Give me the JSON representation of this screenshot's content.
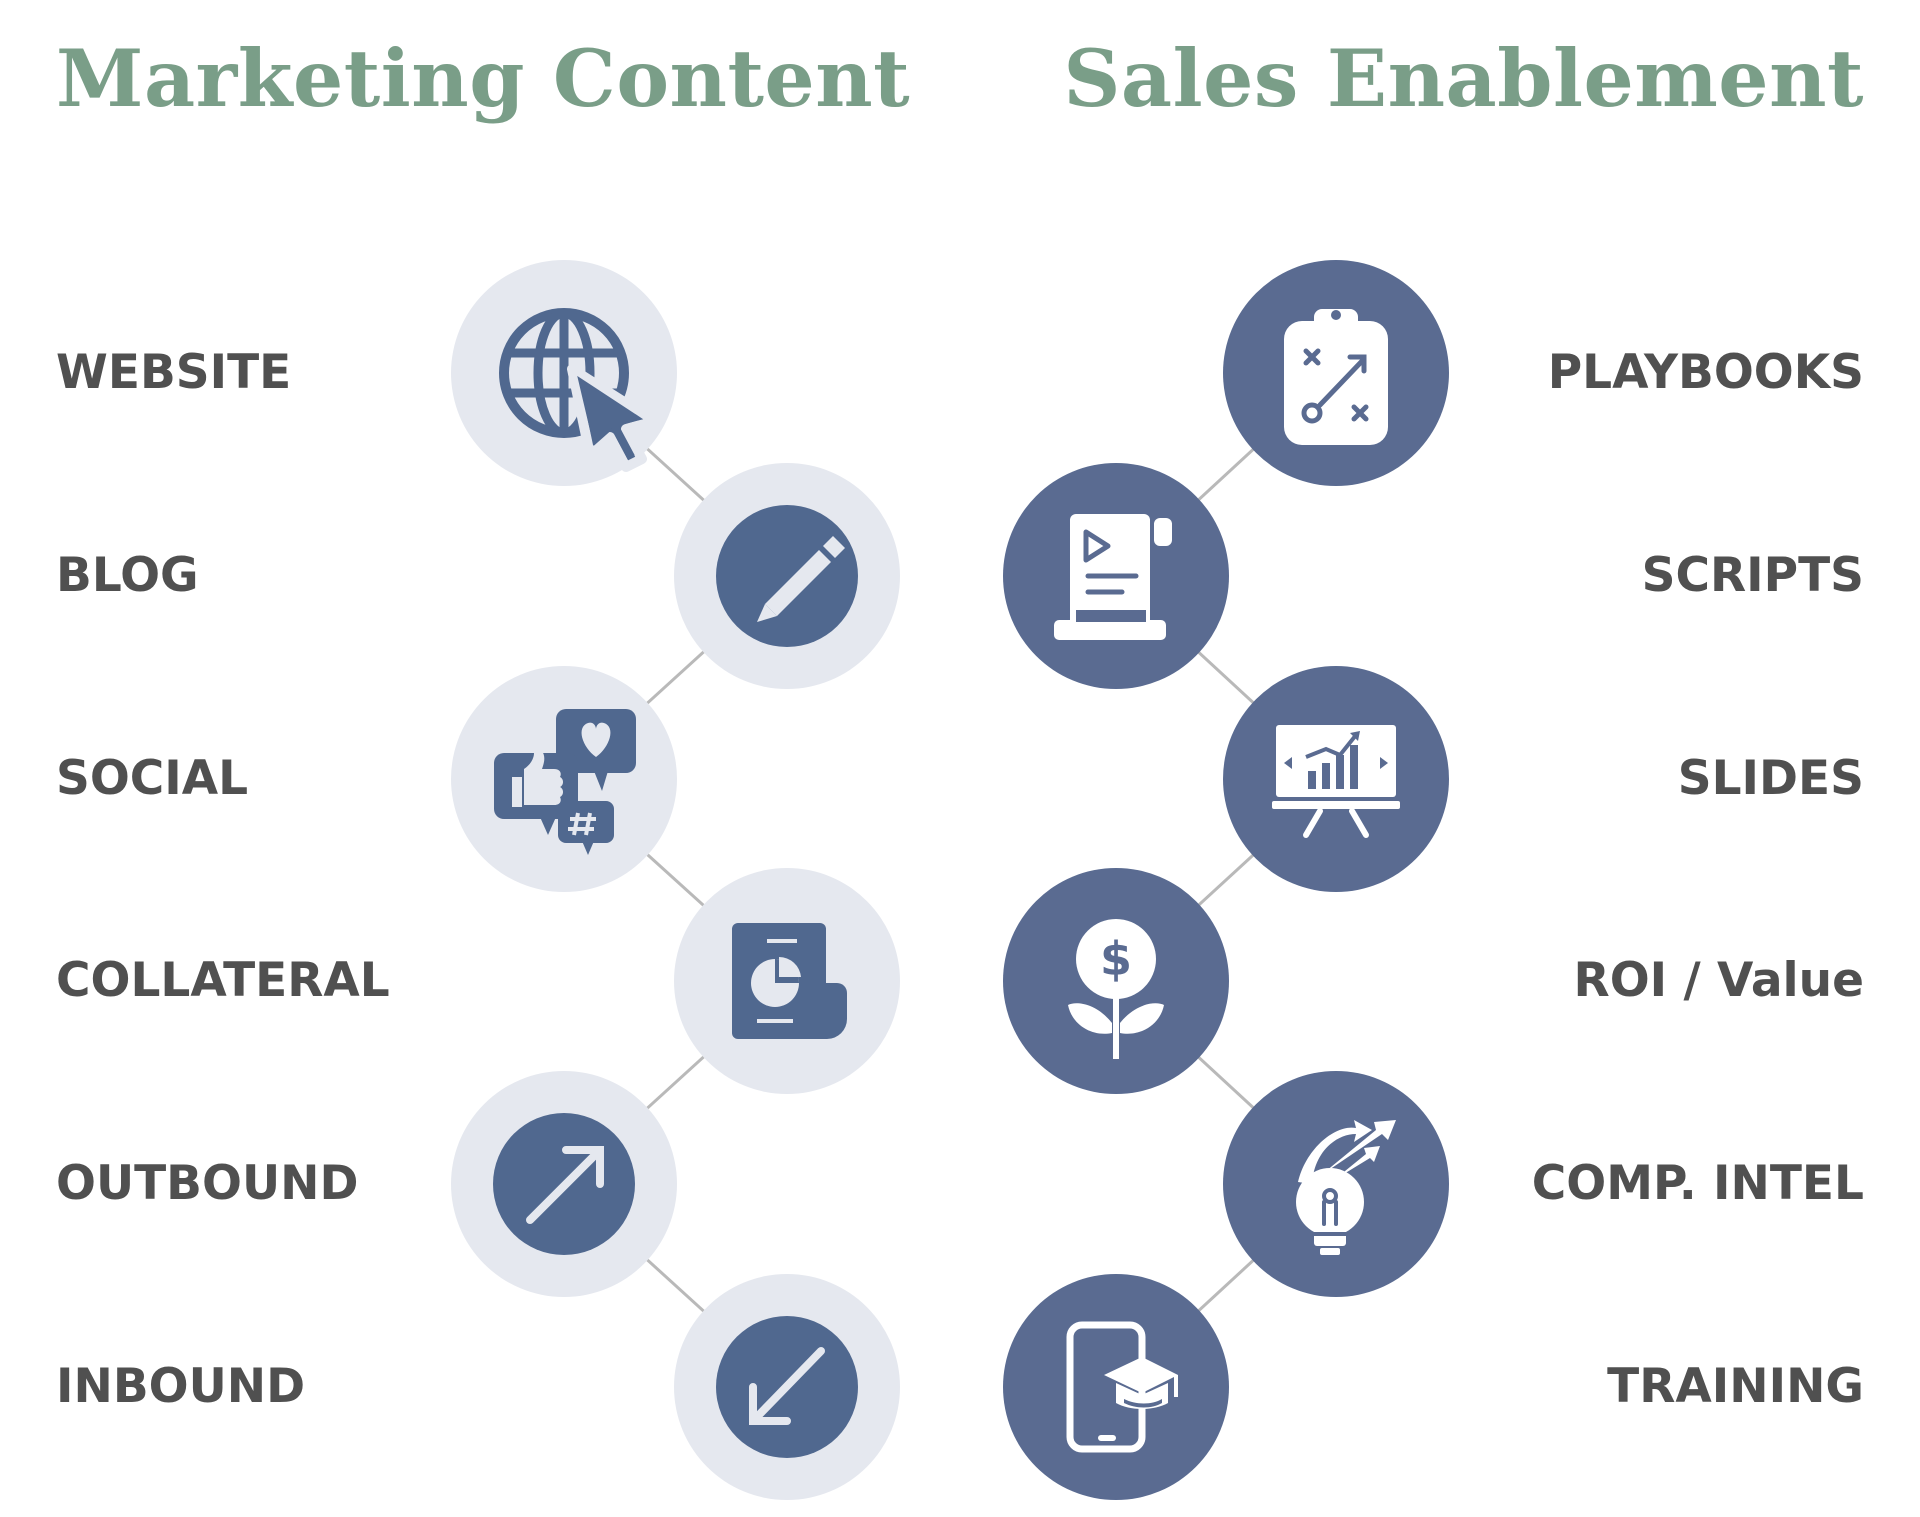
{
  "headings": {
    "left": "Marketing Content",
    "right": "Sales Enablement"
  },
  "colors": {
    "heading": "#7a9e88",
    "label": "#505050",
    "marketing_node_bg": "#e5e8ef",
    "icon_blue": "#50688f",
    "sales_node_bg": "#5a6b91",
    "icon_white": "#ffffff",
    "connector": "#b9b9b9"
  },
  "marketing": {
    "items": [
      {
        "label": "WEBSITE",
        "icon": "globe-cursor-icon"
      },
      {
        "label": "BLOG",
        "icon": "pencil-icon"
      },
      {
        "label": "SOCIAL",
        "icon": "social-bubbles-icon"
      },
      {
        "label": "COLLATERAL",
        "icon": "report-document-icon"
      },
      {
        "label": "OUTBOUND",
        "icon": "arrow-up-right-icon"
      },
      {
        "label": "INBOUND",
        "icon": "arrow-down-left-icon"
      }
    ]
  },
  "sales": {
    "items": [
      {
        "label": "PLAYBOOKS",
        "icon": "clipboard-strategy-icon"
      },
      {
        "label": "SCRIPTS",
        "icon": "video-script-icon"
      },
      {
        "label": "SLIDES",
        "icon": "presentation-chart-icon"
      },
      {
        "label": "ROI / Value",
        "icon": "money-plant-icon"
      },
      {
        "label": "COMP. INTEL",
        "icon": "lightbulb-arrows-icon"
      },
      {
        "label": "TRAINING",
        "icon": "mobile-graduation-icon"
      }
    ]
  }
}
